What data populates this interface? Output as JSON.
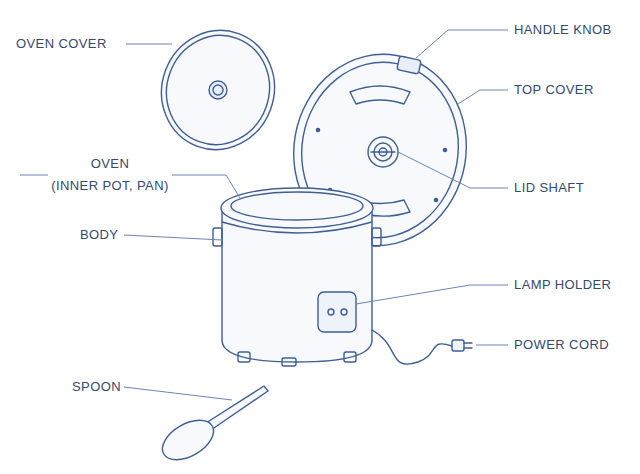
{
  "diagram": {
    "labels": [
      "OVEN COVER",
      "HANDLE KNOB",
      "TOP COVER",
      "OVEN (INNER POT, PAN)",
      "BODY",
      "LID SHAFT",
      "LAMP HOLDER",
      "POWER CORD",
      "SPOON"
    ]
  }
}
